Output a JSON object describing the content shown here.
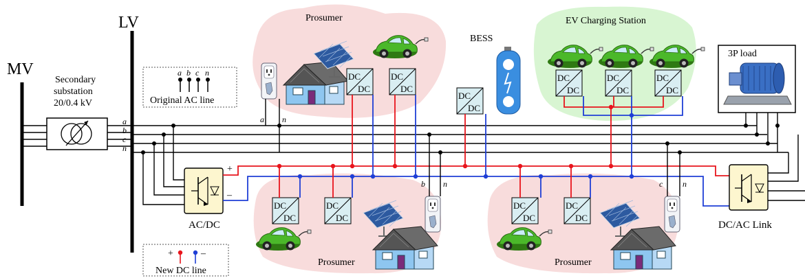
{
  "labels": {
    "mv": "MV",
    "lv": "LV",
    "substation_line1": "Secondary",
    "substation_line2": "substation",
    "substation_line3": "20/0.4 kV",
    "original_ac_line": "Original AC line",
    "new_dc_line": "New DC line",
    "acdc": "AC/DC",
    "dcac_link": "DC/AC Link",
    "bess": "BESS",
    "ev_station": "EV Charging Station",
    "load_3p": "3P load",
    "prosumer_top": "Prosumer",
    "prosumer_bottom_left": "Prosumer",
    "prosumer_bottom_right": "Prosumer"
  },
  "phases": {
    "a": "a",
    "b": "b",
    "c": "c",
    "n": "n"
  },
  "dc_symbols": {
    "plus": "+",
    "minus": "–"
  },
  "converter_text": {
    "dc": "DC"
  },
  "colors": {
    "dc_positive": "#e8141c",
    "dc_negative": "#1f3fd6",
    "ac_line": "#000000",
    "converter_fill": "#d9eef2",
    "acdc_fill": "#fdf6cf",
    "prosumer_bg": "#f8dcdc",
    "ev_bg": "#d8f5d2"
  }
}
